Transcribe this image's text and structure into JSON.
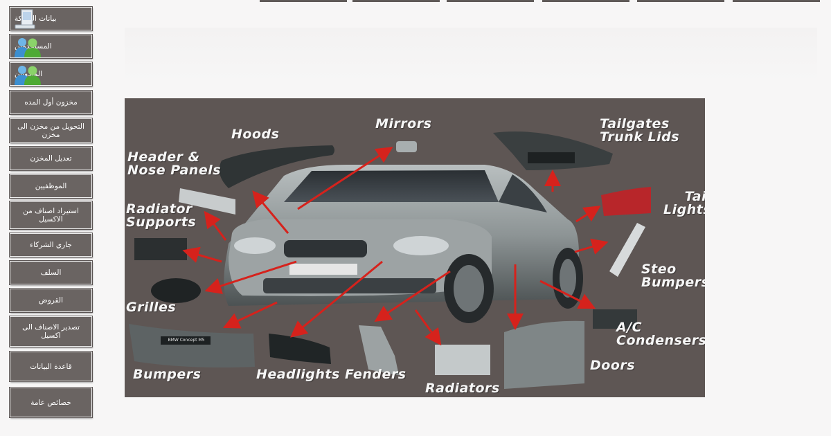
{
  "sidebar": {
    "items": [
      {
        "label": "بيانات الشركة",
        "icon": "computer-icon"
      },
      {
        "label": "المستخدمين",
        "icon": "users-icon"
      },
      {
        "label": "المندوبين",
        "icon": "users-icon"
      },
      {
        "label": "مخزون أول المده"
      },
      {
        "label": "التحويل من مخزن الى مخزن"
      },
      {
        "label": "تعديل المخزن"
      },
      {
        "label": "الموظفيين"
      },
      {
        "label": "استيراد اصناف من الاكسيل"
      },
      {
        "label": "جاري الشركاء"
      },
      {
        "label": "السلف"
      },
      {
        "label": "القروض"
      },
      {
        "label": "تصدير الاصناف الى اكسيل"
      },
      {
        "label": "قاعدة البيانات"
      },
      {
        "label": "خصائص عامة"
      }
    ]
  },
  "parts_image": {
    "labels": {
      "hoods": "Hoods",
      "mirrors": "Mirrors",
      "tailgates": "Tailgates\nTrunk Lids",
      "header": "Header &\nNose Panels",
      "tail_lights": "Tail\nLights",
      "radiator_supports": "Radiator\nSupports",
      "steo_bumpers": "Steo\nBumpers",
      "grilles": "Grilles",
      "ac_condensers": "A/C\nCondensers",
      "doors": "Doors",
      "bumpers": "Bumpers",
      "headlights": "Headlights",
      "fenders": "Fenders",
      "radiators": "Radiators"
    },
    "plate_text": "BMW Concept M5",
    "colors": {
      "background": "#5e5654",
      "arrow": "#d6221c",
      "car": "#8c9394"
    }
  }
}
